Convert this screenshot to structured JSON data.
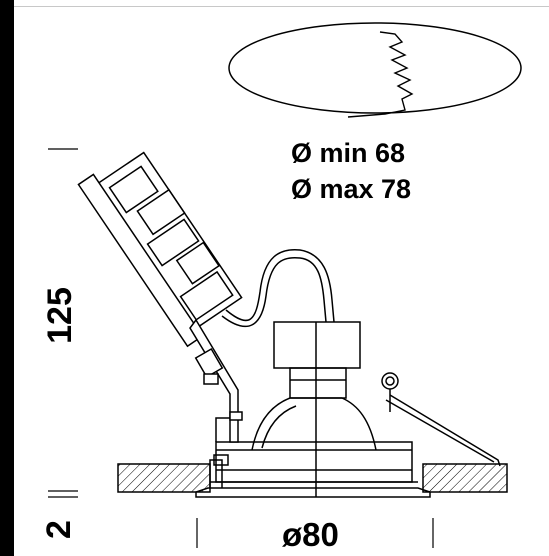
{
  "cutout": {
    "min_label": "Ø min 68",
    "max_label": "Ø max 78"
  },
  "dimensions": {
    "height": "125",
    "flange": "2",
    "diameter": "ø80"
  },
  "colors": {
    "line": "#000000",
    "frame": "#000000",
    "background": "#ffffff"
  }
}
